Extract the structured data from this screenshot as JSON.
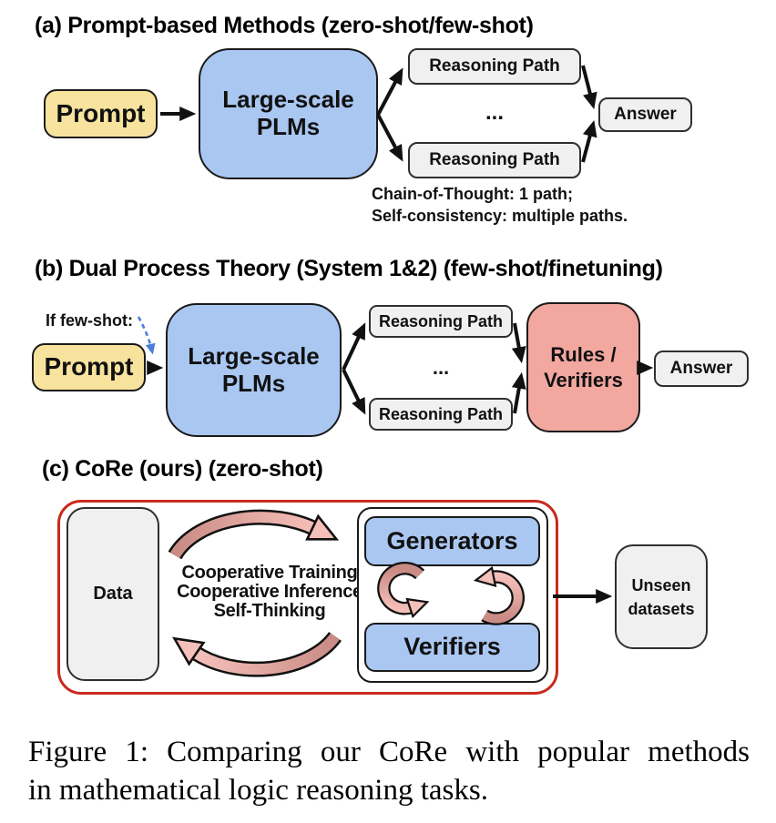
{
  "figure": {
    "panel_a": {
      "title": "(a) Prompt-based Methods (zero-shot/few-shot)",
      "prompt": "Prompt",
      "plms_line1": "Large-scale",
      "plms_line2": "PLMs",
      "reasoning_path_top": "Reasoning Path",
      "reasoning_path_bottom": "Reasoning Path",
      "ellipsis": "...",
      "answer": "Answer",
      "note_line1": "Chain-of-Thought: 1 path;",
      "note_line2": "Self-consistency: multiple paths."
    },
    "panel_b": {
      "title": "(b) Dual Process Theory (System 1&2) (few-shot/finetuning)",
      "if_few_shot": "If few-shot:",
      "prompt": "Prompt",
      "plms_line1": "Large-scale",
      "plms_line2": "PLMs",
      "reasoning_path_top": "Reasoning Path",
      "reasoning_path_bottom": "Reasoning Path",
      "ellipsis": "...",
      "rules_line1": "Rules /",
      "rules_line2": "Verifiers",
      "answer": "Answer"
    },
    "panel_c": {
      "title": "(c) CoRe (ours) (zero-shot)",
      "data_box": "Data",
      "coop_line1": "Cooperative Training",
      "coop_line2": "Cooperative Inference",
      "coop_line3": "Self-Thinking",
      "generators": "Generators",
      "verifiers": "Verifiers",
      "unseen_line1": "Unseen",
      "unseen_line2": "datasets"
    },
    "caption_line1": "Figure 1: Comparing our CoRe with popular methods",
    "caption_line2": "in mathematical logic reasoning tasks."
  },
  "colors": {
    "prompt_fill": "#F8E39E",
    "plm_fill": "#A9C7F1",
    "gray_fill": "#F0F0F0",
    "salmon_fill": "#F2A79F",
    "red_border": "#C9291C",
    "arc_dark": "#C98B84",
    "arc_light": "#F6C0BA",
    "dashed_blue": "#4A7ED9",
    "outline_dark": "#1A1A1A"
  }
}
